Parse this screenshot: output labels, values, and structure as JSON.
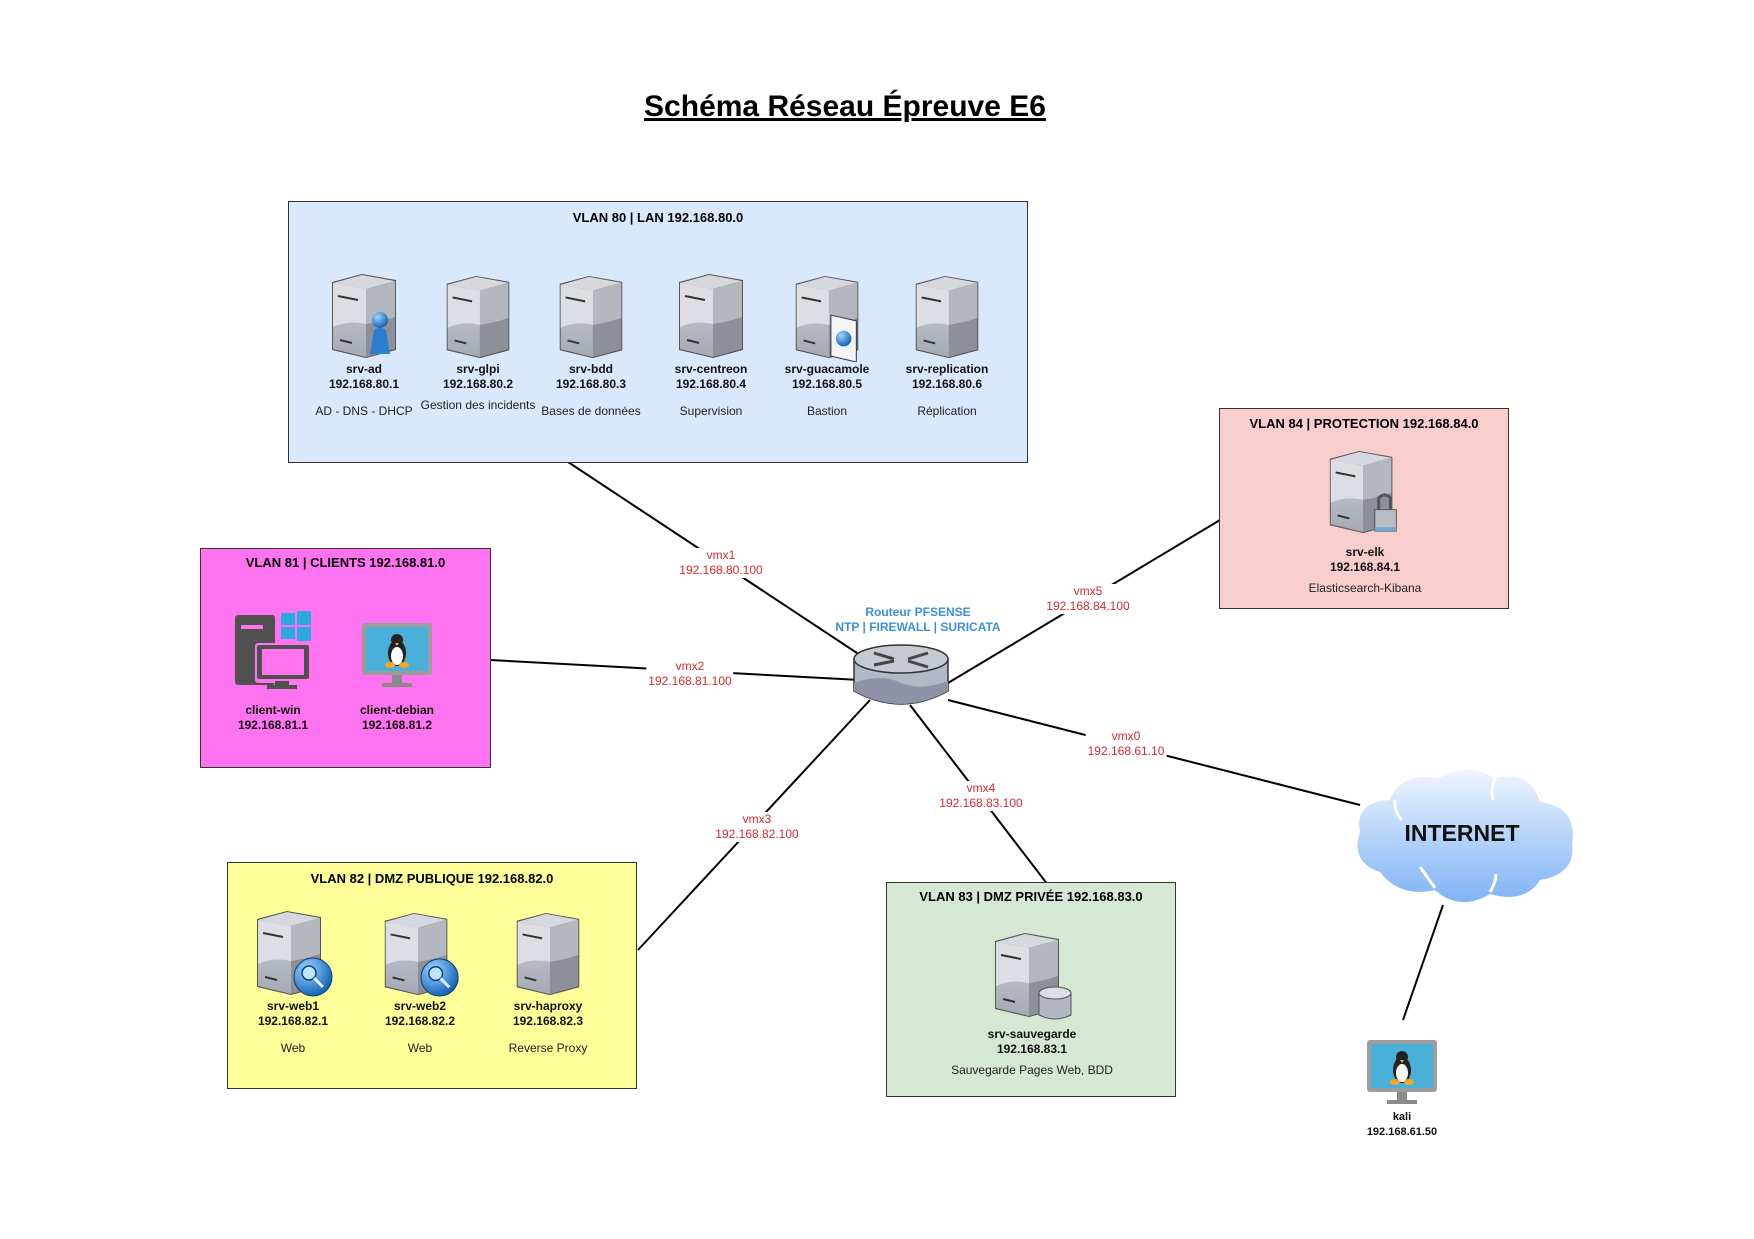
{
  "title": "Schéma Réseau Épreuve E6",
  "router": {
    "name": "Routeur PFSENSE",
    "services": "NTP |  FIREWALL | SURICATA"
  },
  "interfaces": {
    "vmx1": {
      "name": "vmx1",
      "ip": "192.168.80.100"
    },
    "vmx2": {
      "name": "vmx2",
      "ip": "192.168.81.100"
    },
    "vmx3": {
      "name": "vmx3",
      "ip": "192.168.82.100"
    },
    "vmx4": {
      "name": "vmx4",
      "ip": "192.168.83.100"
    },
    "vmx5": {
      "name": "vmx5",
      "ip": "192.168.84.100"
    },
    "vmx0": {
      "name": "vmx0",
      "ip": "192.168.61.10"
    }
  },
  "vlans": {
    "lan": {
      "title": "VLAN 80 | LAN 192.168.80.0",
      "color": "#dae8fc",
      "nodes": [
        {
          "name": "srv-ad",
          "ip": "192.168.80.1",
          "role": "AD - DNS - DHCP",
          "icon": "server-user-icon"
        },
        {
          "name": "srv-glpi",
          "ip": "192.168.80.2",
          "role": "Gestion des incidents",
          "icon": "server-icon"
        },
        {
          "name": "srv-bdd",
          "ip": "192.168.80.3",
          "role": "Bases de données",
          "icon": "server-icon"
        },
        {
          "name": "srv-centreon",
          "ip": "192.168.80.4",
          "role": "Supervision",
          "icon": "server-icon"
        },
        {
          "name": "srv-guacamole",
          "ip": "192.168.80.5",
          "role": "Bastion",
          "icon": "server-web-page-icon"
        },
        {
          "name": "srv-replication",
          "ip": "192.168.80.6",
          "role": "Réplication",
          "icon": "server-icon"
        }
      ]
    },
    "clients": {
      "title": "VLAN 81 | CLIENTS 192.168.81.0",
      "color": "#ff73f0",
      "nodes": [
        {
          "name": "client-win",
          "ip": "192.168.81.1",
          "icon": "windows-pc-icon"
        },
        {
          "name": "client-debian",
          "ip": "192.168.81.2",
          "icon": "linux-monitor-icon"
        }
      ]
    },
    "dmz_pub": {
      "title": "VLAN 82 | DMZ PUBLIQUE 192.168.82.0",
      "color": "#ffff99",
      "nodes": [
        {
          "name": "srv-web1",
          "ip": "192.168.82.1",
          "role": "Web",
          "icon": "server-search-icon"
        },
        {
          "name": "srv-web2",
          "ip": "192.168.82.2",
          "role": "Web",
          "icon": "server-search-icon"
        },
        {
          "name": "srv-haproxy",
          "ip": "192.168.82.3",
          "role": "Reverse Proxy",
          "icon": "server-icon"
        }
      ]
    },
    "dmz_priv": {
      "title": "VLAN 83 | DMZ PRIVÉE 192.168.83.0",
      "color": "#d5e8d4",
      "nodes": [
        {
          "name": "srv-sauvegarde",
          "ip": "192.168.83.1",
          "role": "Sauvegarde Pages Web, BDD",
          "icon": "server-storage-icon"
        }
      ]
    },
    "protection": {
      "title": "VLAN 84 | PROTECTION 192.168.84.0",
      "color": "#f8cecc",
      "nodes": [
        {
          "name": "srv-elk",
          "ip": "192.168.84.1",
          "role": "Elasticsearch-Kibana",
          "icon": "server-lock-icon"
        }
      ]
    }
  },
  "internet": {
    "label": "INTERNET"
  },
  "kali": {
    "name": "kali",
    "ip": "192.168.61.50"
  }
}
